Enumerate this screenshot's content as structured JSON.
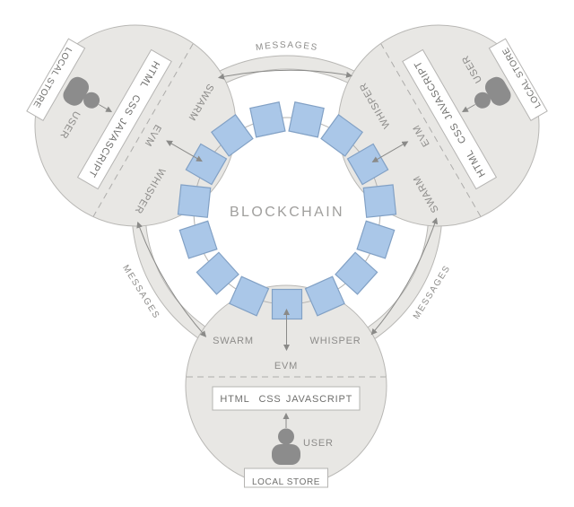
{
  "diagram": {
    "title": "BLOCKCHAIN",
    "messages_label": "MESSAGES",
    "node": {
      "swarm": "SWARM",
      "whisper": "WHISPER",
      "evm": "EVM",
      "html": "HTML",
      "css": "CSS",
      "javascript": "JAVASCRIPT",
      "user": "USER",
      "local_store": "LOCAL STORE"
    },
    "ring": {
      "square_count": 15,
      "radius": 104,
      "square_size": 33
    },
    "colors": {
      "circle_fill": "#e8e7e4",
      "circle_stroke": "#b8b7b4",
      "dash_stroke": "#adacaa",
      "ring_stroke": "#b3b2b0",
      "square_fill": "#aac7e8",
      "square_stroke": "#82a1c5",
      "box_stroke": "#b5b4b2",
      "arrow": "#8a8a88",
      "label_text": "#8d8c8a",
      "box_text": "#6f6f6d",
      "title_text": "#a09f9d",
      "icon": "#8c8c8c"
    }
  }
}
